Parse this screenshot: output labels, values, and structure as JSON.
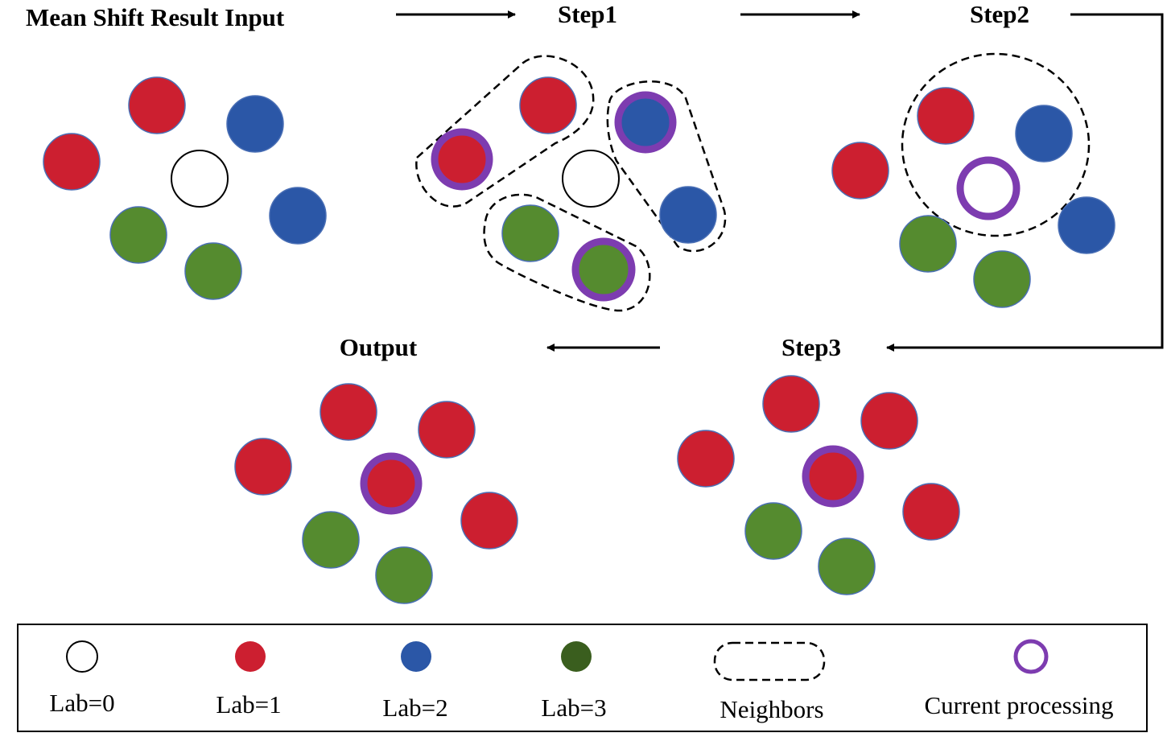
{
  "colors": {
    "lab0": "#ffffff",
    "lab1": "#cc1f30",
    "lab2": "#2b57a7",
    "lab3": "#558b2f",
    "lab3_legend": "#3a5e1e",
    "current": "#7d3cb0",
    "node_stroke": "#4a6fb5"
  },
  "panels": {
    "input": {
      "title": "Mean Shift Result Input"
    },
    "step1": {
      "title": "Step1"
    },
    "step2": {
      "title": "Step2"
    },
    "step3": {
      "title": "Step3"
    },
    "output": {
      "title": "Output"
    }
  },
  "legend": {
    "lab0": "Lab=0",
    "lab1": "Lab=1",
    "lab2": "Lab=2",
    "lab3": "Lab=3",
    "neighbors": "Neighbors",
    "current": "Current processing"
  }
}
